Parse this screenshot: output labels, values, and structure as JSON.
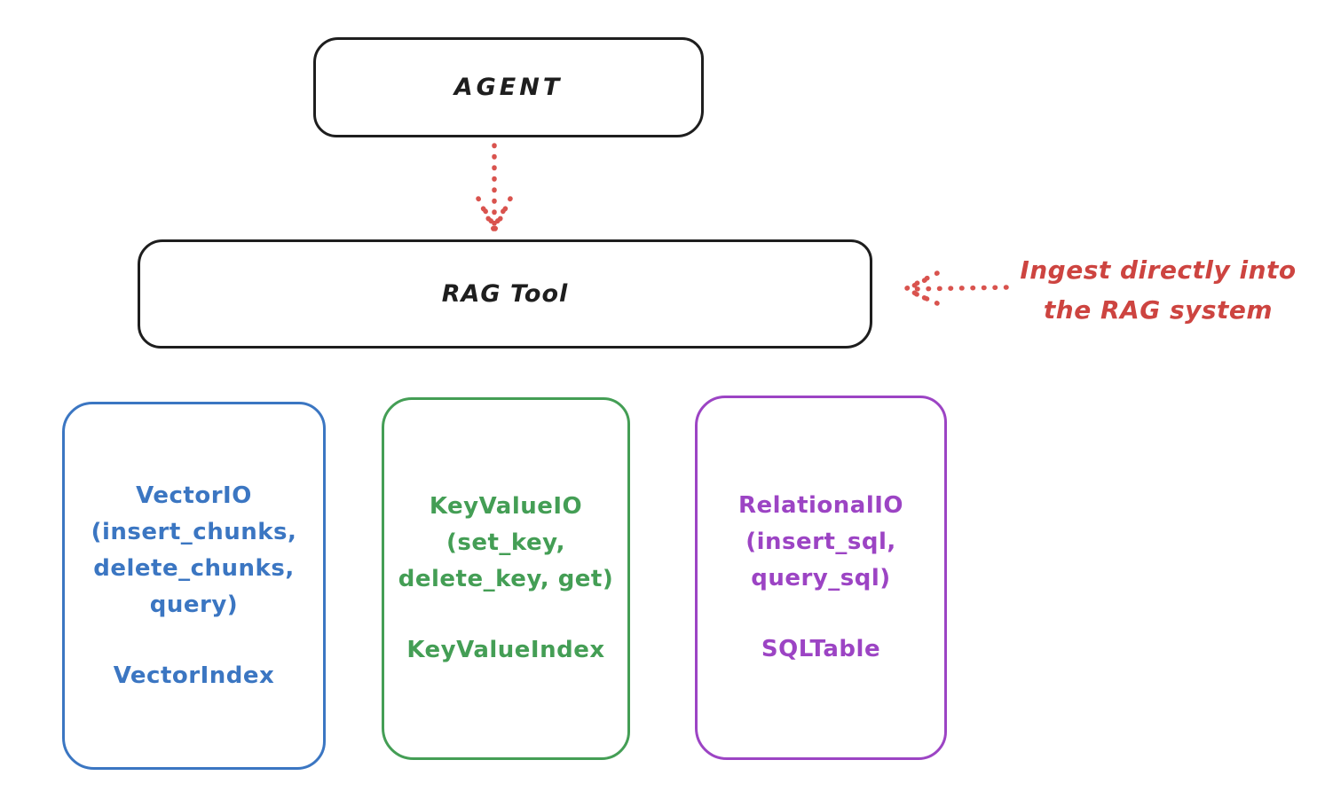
{
  "diagram": {
    "agent": {
      "label": "AGENT"
    },
    "rag_tool": {
      "label": "RAG Tool"
    },
    "annotation": {
      "line1": "Ingest directly into",
      "line2": "the RAG system"
    },
    "vector_box": {
      "lines": [
        "VectorIO",
        "(insert_chunks,",
        "delete_chunks,",
        "query)"
      ],
      "index": "VectorIndex",
      "color": "#3b76c2"
    },
    "keyvalue_box": {
      "lines": [
        "KeyValueIO",
        "(set_key,",
        "delete_key, get)"
      ],
      "index": "KeyValueIndex",
      "color": "#449e55"
    },
    "relational_box": {
      "lines": [
        "RelationalIO",
        "(insert_sql,",
        "query_sql)"
      ],
      "index": "SQLTable",
      "color": "#9c44c4"
    },
    "colors": {
      "outline_black": "#1e1e1e",
      "annotation_red": "#cd4440",
      "background": "#ffffff"
    }
  }
}
